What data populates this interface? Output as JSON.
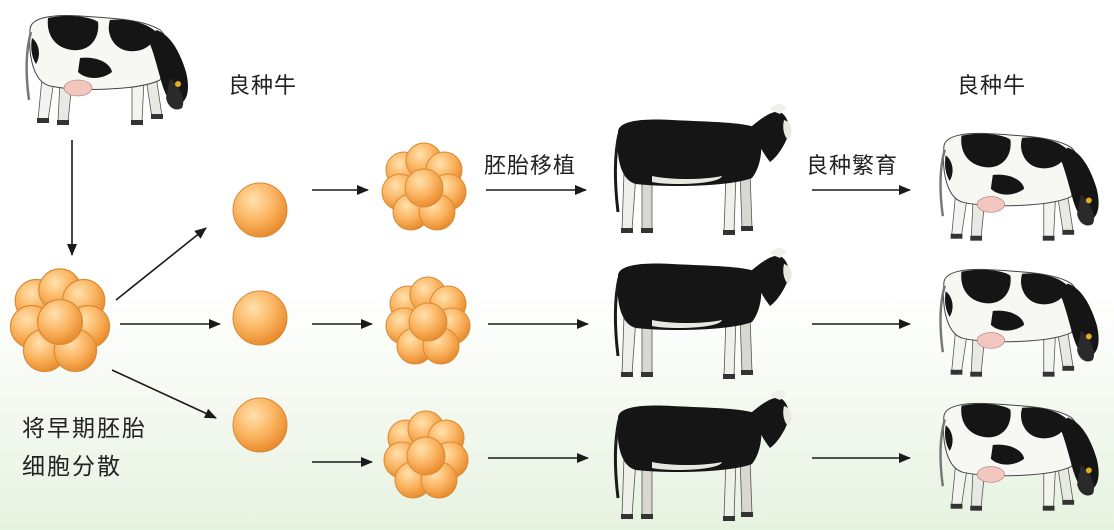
{
  "labels": {
    "parent_breed": "良种牛",
    "offspring_breed": "良种牛",
    "embryo_transfer": "胚胎移植",
    "breeding": "良种繁育",
    "split_line1": "将早期胚胎",
    "split_line2": "细胞分散"
  },
  "colors": {
    "cell_light": "#ffe2ae",
    "cell_mid": "#fbb461",
    "cell_dark": "#e88a2c",
    "cell_edge": "#d98a34",
    "arrow": "#1a1a1a",
    "cow_black": "#151515",
    "cow_white": "#f7f7f3",
    "background_bottom": "#e6f2e0"
  },
  "icons": {
    "holstein_cow": "holstein-cow-icon",
    "black_cow": "black-surrogate-cow-icon",
    "single_cell": "single-cell-icon",
    "cell_cluster": "embryo-cell-cluster-icon",
    "arrow": "arrow-icon"
  }
}
